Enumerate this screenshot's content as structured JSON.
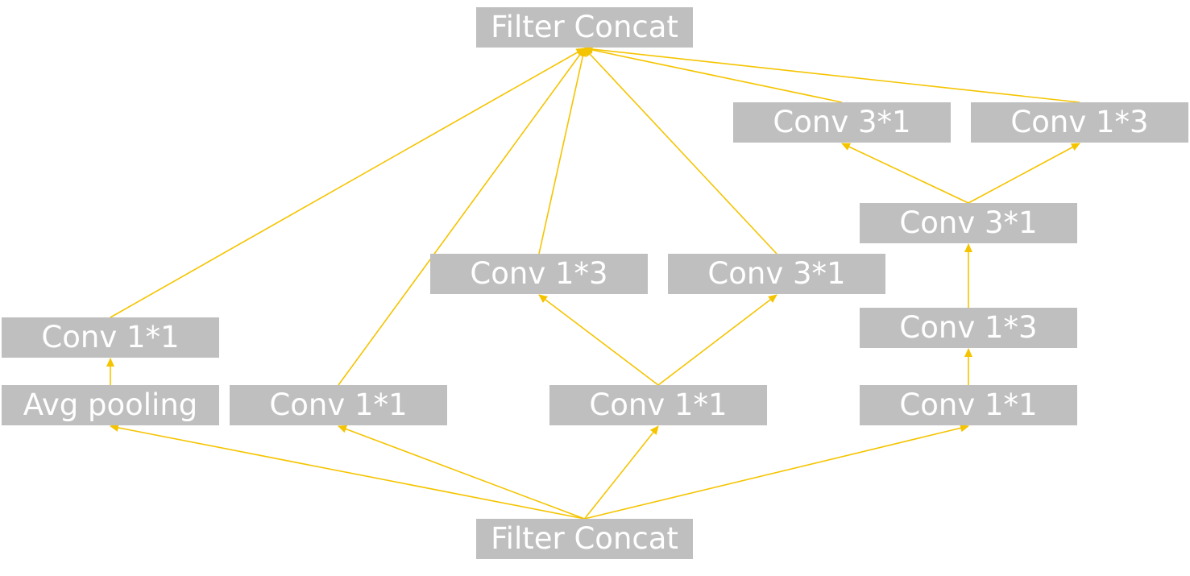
{
  "colors": {
    "node_fill": "#bfbfbf",
    "node_text": "#ffffff",
    "edge": "#f5c400"
  },
  "nodes": [
    {
      "id": "concat-top",
      "label": "Filter Concat"
    },
    {
      "id": "r-conv31-top",
      "label": "Conv 3*1"
    },
    {
      "id": "r-conv13-top",
      "label": "Conv 1*3"
    },
    {
      "id": "r-conv31-mid",
      "label": "Conv 3*1"
    },
    {
      "id": "m-conv13",
      "label": "Conv 1*3"
    },
    {
      "id": "m-conv31",
      "label": "Conv 3*1"
    },
    {
      "id": "l-conv11-top",
      "label": "Conv 1*1"
    },
    {
      "id": "r-conv13-mid",
      "label": "Conv 1*3"
    },
    {
      "id": "l-avgpool",
      "label": "Avg pooling"
    },
    {
      "id": "lm-conv11",
      "label": "Conv 1*1"
    },
    {
      "id": "m-conv11",
      "label": "Conv 1*1"
    },
    {
      "id": "r-conv11",
      "label": "Conv 1*1"
    },
    {
      "id": "concat-bottom",
      "label": "Filter Concat"
    }
  ],
  "edges": [
    {
      "from": "concat-bottom",
      "to": "l-avgpool"
    },
    {
      "from": "concat-bottom",
      "to": "lm-conv11"
    },
    {
      "from": "concat-bottom",
      "to": "m-conv11"
    },
    {
      "from": "concat-bottom",
      "to": "r-conv11"
    },
    {
      "from": "l-avgpool",
      "to": "l-conv11-top"
    },
    {
      "from": "m-conv11",
      "to": "m-conv13"
    },
    {
      "from": "m-conv11",
      "to": "m-conv31"
    },
    {
      "from": "r-conv11",
      "to": "r-conv13-mid"
    },
    {
      "from": "r-conv13-mid",
      "to": "r-conv31-mid"
    },
    {
      "from": "r-conv31-mid",
      "to": "r-conv31-top"
    },
    {
      "from": "r-conv31-mid",
      "to": "r-conv13-top"
    },
    {
      "from": "l-conv11-top",
      "to": "concat-top"
    },
    {
      "from": "lm-conv11",
      "to": "concat-top"
    },
    {
      "from": "m-conv13",
      "to": "concat-top"
    },
    {
      "from": "m-conv31",
      "to": "concat-top"
    },
    {
      "from": "r-conv31-top",
      "to": "concat-top"
    },
    {
      "from": "r-conv13-top",
      "to": "concat-top"
    }
  ]
}
